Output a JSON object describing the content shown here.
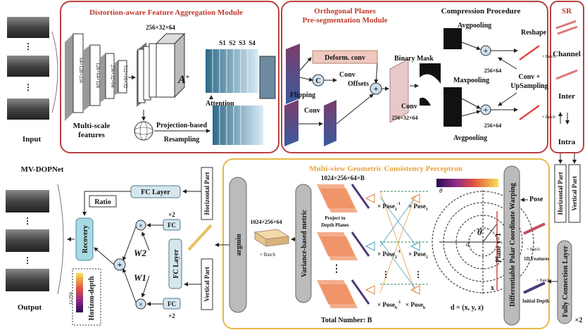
{
  "colors": {
    "module_border": "#b94040",
    "mdgc_border": "#e8b84a",
    "fc_fill": "#d6e6ee",
    "recovery_fill": "#a6dbe3"
  },
  "top": {
    "dfam_title": "Distortion-aware Feature Aggregation Module",
    "opps_title_line1": "Orthogonal Planes",
    "opps_title_line2": "Pre-segmentation Module",
    "compression_title": "Compression Procedure",
    "sr_title": "SR",
    "input_label": "Input",
    "multiscale_line1": "Multi-scale",
    "multiscale_line2": "features",
    "feat_dims": [
      "64×128×256",
      "128×64×128",
      "256×32×64",
      "512×16×32"
    ],
    "dim_top": "256×32×64",
    "scales": [
      "S1",
      "S2",
      "S3",
      "S4"
    ],
    "a_symbol": "A",
    "a_star": "*",
    "attention": "Attention",
    "proj_line1": "Projection-based",
    "proj_line2": "Resampling",
    "deform": "Deform. conv",
    "c_symbol": "C",
    "conv": "Conv",
    "offsets": "Offsets",
    "flipping": "Flipping",
    "conv2": "Conv",
    "binary_mask": "Binary Mask",
    "conv3": "Conv",
    "dim_mask": "256×32×64",
    "avgpool1": "Avgpooling",
    "maxpool": "Maxpooling",
    "avgpool2": "Avgpooling",
    "dim_256x64": "256×64",
    "dim_256x64b": "256×64",
    "reshape": "Reshape",
    "batch": "× Batch",
    "conv_up_line1": "Conv +",
    "conv_up_line2": "UpSampling",
    "channel": "Channel",
    "inter": "Inter",
    "intra": "Intra"
  },
  "bottom": {
    "net_name": "MV-DOPNet",
    "output_label": "Output",
    "fc_layer": "FC Layer",
    "ratio": "Ratio",
    "recovery": "Recovery",
    "fc_small": "FC",
    "x2": "×2",
    "w2": "W2",
    "w1": "W1",
    "fc_vert": "FC Layer",
    "horizon_depth": "Horizon-depth",
    "dim_1x256": "1×256",
    "horizontal_part": "Horizontal Part",
    "vertical_part": "Vertical Part",
    "mgcp_title": "Multi-view Geometric Consistency Perceptron",
    "argmin": "argmin",
    "dim_1024a": "1024×256×64",
    "batch_b": "× Batch",
    "variance": "Variance-based metric",
    "dim_1024b": "1024×256×64×B",
    "project_line1": "Project to",
    "project_line2": "Depth Planes",
    "total": "Total Number: B",
    "pose_inv": "× Pose",
    "pose": "× Pose",
    "pose_subs": [
      "1",
      "2",
      "b"
    ],
    "pose_label": "Pose",
    "theta": "θ",
    "ds": "d",
    "plane": "Plane y=1",
    "d_eq": "d = (x, y, z)",
    "x_axis": "x",
    "dpcw": "Differentiable Polar Coordinate Warping",
    "batch_c": "× Batch",
    "features_1d": "1D Features",
    "batch_d": "× Batch",
    "initial_depth": "Initial Depth",
    "fc_connection": "Fully Connection Layer",
    "x2b": "×2",
    "horizontal_part_r": "Horizontal Part",
    "vertical_part_r": "Vertical Part"
  }
}
